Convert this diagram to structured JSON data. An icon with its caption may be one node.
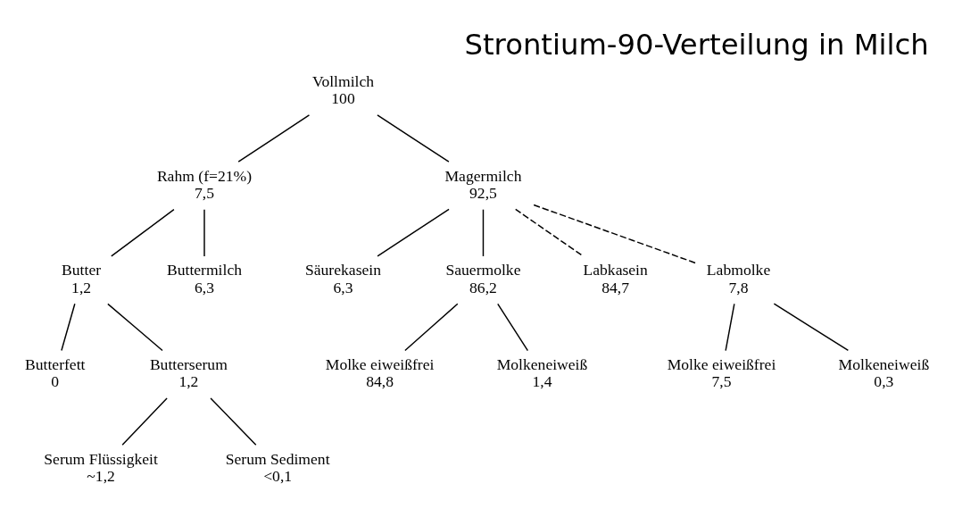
{
  "diagram": {
    "title": "Strontium-90-Verteilung in Milch",
    "nodes": [
      {
        "text": [
          "Vollmilch",
          "100"
        ]
      },
      {
        "text": [
          "Rahm (f=21%)",
          "7,5"
        ]
      },
      {
        "text": [
          "Magermilch",
          "92,5"
        ]
      },
      {
        "text": [
          "Butter",
          "1,2"
        ]
      },
      {
        "text": [
          "Buttermilch",
          "6,3"
        ]
      },
      {
        "text": [
          "Säurekasein",
          "6,3"
        ]
      },
      {
        "text": [
          "Sauermolke",
          "86,2"
        ]
      },
      {
        "text": [
          "Labkasein",
          "84,7"
        ]
      },
      {
        "text": [
          "Labmolke",
          "7,8"
        ]
      },
      {
        "text": [
          "Butterfett",
          "0"
        ]
      },
      {
        "text": [
          "Butterserum",
          "1,2"
        ]
      },
      {
        "text": [
          "Molke eiweißfrei",
          "84,8"
        ]
      },
      {
        "text": [
          "Molkeneiweiß",
          "1,4"
        ]
      },
      {
        "text": [
          "Molke eiweißfrei",
          "7,5"
        ]
      },
      {
        "text": [
          "Molkeneiweiß",
          "0,3"
        ]
      },
      {
        "text": [
          "Serum Flüssigkeit",
          "~1,2"
        ]
      },
      {
        "text": [
          "Serum Sediment",
          "<0,1"
        ]
      }
    ],
    "edges": [
      {
        "from": 0,
        "to": 1,
        "arrow": "none"
      },
      {
        "from": 0,
        "to": 2,
        "arrow": "none"
      },
      {
        "from": 2,
        "to": 7,
        "arrow": "none",
        "style": "dashed"
      },
      {
        "from": 2,
        "to": 8,
        "arrow": "none",
        "style": "dashed"
      },
      {
        "from": 1,
        "to": 3,
        "arrow": "none"
      },
      {
        "from": 1,
        "to": 4,
        "arrow": "none"
      },
      {
        "from": 2,
        "to": 5,
        "arrow": "none"
      },
      {
        "from": 2,
        "to": 6,
        "arrow": "none"
      },
      {
        "from": 3,
        "to": 9,
        "arrow": "none"
      },
      {
        "from": 3,
        "to": 10,
        "arrow": "none"
      },
      {
        "from": 6,
        "to": 11,
        "arrow": "none"
      },
      {
        "from": 6,
        "to": 12,
        "arrow": "none"
      },
      {
        "from": 8,
        "to": 13,
        "arrow": "none"
      },
      {
        "from": 8,
        "to": 14,
        "arrow": "none"
      },
      {
        "from": 10,
        "to": 15,
        "arrow": "none"
      },
      {
        "from": 10,
        "to": 16,
        "arrow": "none"
      }
    ]
  }
}
